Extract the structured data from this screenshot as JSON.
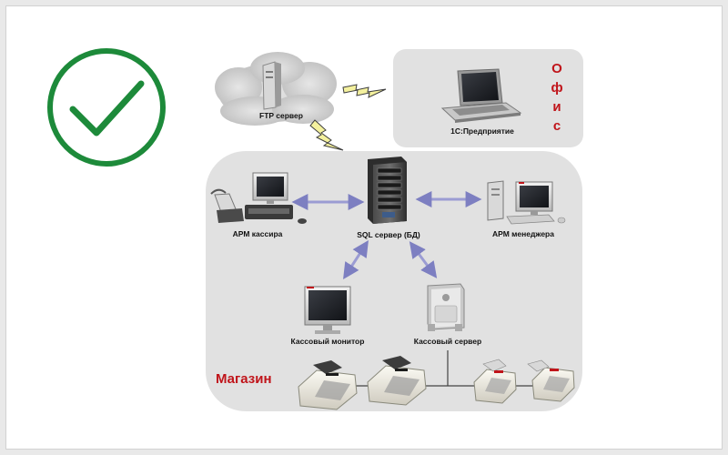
{
  "colors": {
    "check": "#1d8a3a",
    "accent_red": "#c0141a",
    "panel": "#e1e1e1",
    "arrow": "#9b9cd3"
  },
  "office": {
    "title_letters": [
      "О",
      "ф",
      "и",
      "с"
    ],
    "laptop_label": "1С:Предприятие"
  },
  "cloud": {
    "ftp_label": "FTP сервер"
  },
  "store": {
    "title": "Магазин",
    "sql_label": "SQL сервер (БД)",
    "cashier_label": "АРМ кассира",
    "manager_label": "АРМ менеджера",
    "monitor_label": "Кассовый монитор",
    "cash_server_label": "Кассовый сервер"
  }
}
